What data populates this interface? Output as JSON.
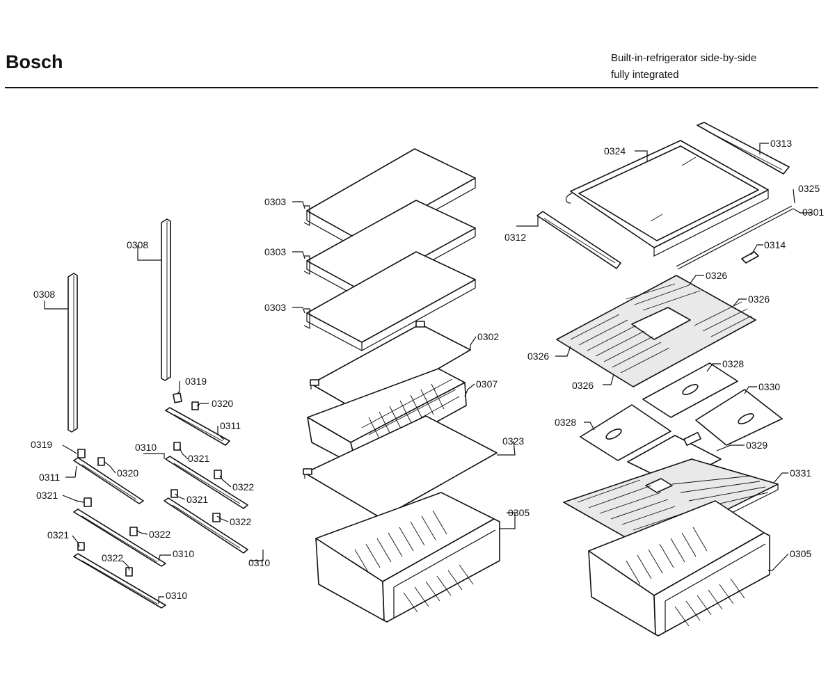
{
  "header": {
    "brand": "Bosch",
    "subtitle_line1": "Built-in-refrigerator side-by-side",
    "subtitle_line2": "fully integrated"
  },
  "callouts": [
    {
      "id": "c-0313",
      "text": "0313"
    },
    {
      "id": "c-0324",
      "text": "0324"
    },
    {
      "id": "c-0325",
      "text": "0325"
    },
    {
      "id": "c-0301",
      "text": "0301"
    },
    {
      "id": "c-0312",
      "text": "0312"
    },
    {
      "id": "c-0314",
      "text": "0314"
    },
    {
      "id": "c-0326a",
      "text": "0326"
    },
    {
      "id": "c-0326b",
      "text": "0326"
    },
    {
      "id": "c-0326c",
      "text": "0326"
    },
    {
      "id": "c-0326d",
      "text": "0326"
    },
    {
      "id": "c-0328a",
      "text": "0328"
    },
    {
      "id": "c-0330",
      "text": "0330"
    },
    {
      "id": "c-0328b",
      "text": "0328"
    },
    {
      "id": "c-0329",
      "text": "0329"
    },
    {
      "id": "c-0331",
      "text": "0331"
    },
    {
      "id": "c-0305r",
      "text": "0305"
    },
    {
      "id": "c-0303a",
      "text": "0303"
    },
    {
      "id": "c-0303b",
      "text": "0303"
    },
    {
      "id": "c-0303c",
      "text": "0303"
    },
    {
      "id": "c-0302",
      "text": "0302"
    },
    {
      "id": "c-0307",
      "text": "0307"
    },
    {
      "id": "c-0323",
      "text": "0323"
    },
    {
      "id": "c-0305m",
      "text": "0305"
    },
    {
      "id": "c-0308a",
      "text": "0308"
    },
    {
      "id": "c-0308b",
      "text": "0308"
    },
    {
      "id": "c-0319a",
      "text": "0319"
    },
    {
      "id": "c-0320a",
      "text": "0320"
    },
    {
      "id": "c-0311a",
      "text": "0311"
    },
    {
      "id": "c-0310a",
      "text": "0310"
    },
    {
      "id": "c-0321a",
      "text": "0321"
    },
    {
      "id": "c-0322a",
      "text": "0322"
    },
    {
      "id": "c-0321b",
      "text": "0321"
    },
    {
      "id": "c-0322b",
      "text": "0322"
    },
    {
      "id": "c-0310b",
      "text": "0310"
    },
    {
      "id": "c-0319b",
      "text": "0319"
    },
    {
      "id": "c-0320b",
      "text": "0320"
    },
    {
      "id": "c-0311b",
      "text": "0311"
    },
    {
      "id": "c-0321c",
      "text": "0321"
    },
    {
      "id": "c-0322c",
      "text": "0322"
    },
    {
      "id": "c-0310c",
      "text": "0310"
    },
    {
      "id": "c-0321d",
      "text": "0321"
    },
    {
      "id": "c-0322d",
      "text": "0322"
    },
    {
      "id": "c-0310d",
      "text": "0310"
    }
  ]
}
